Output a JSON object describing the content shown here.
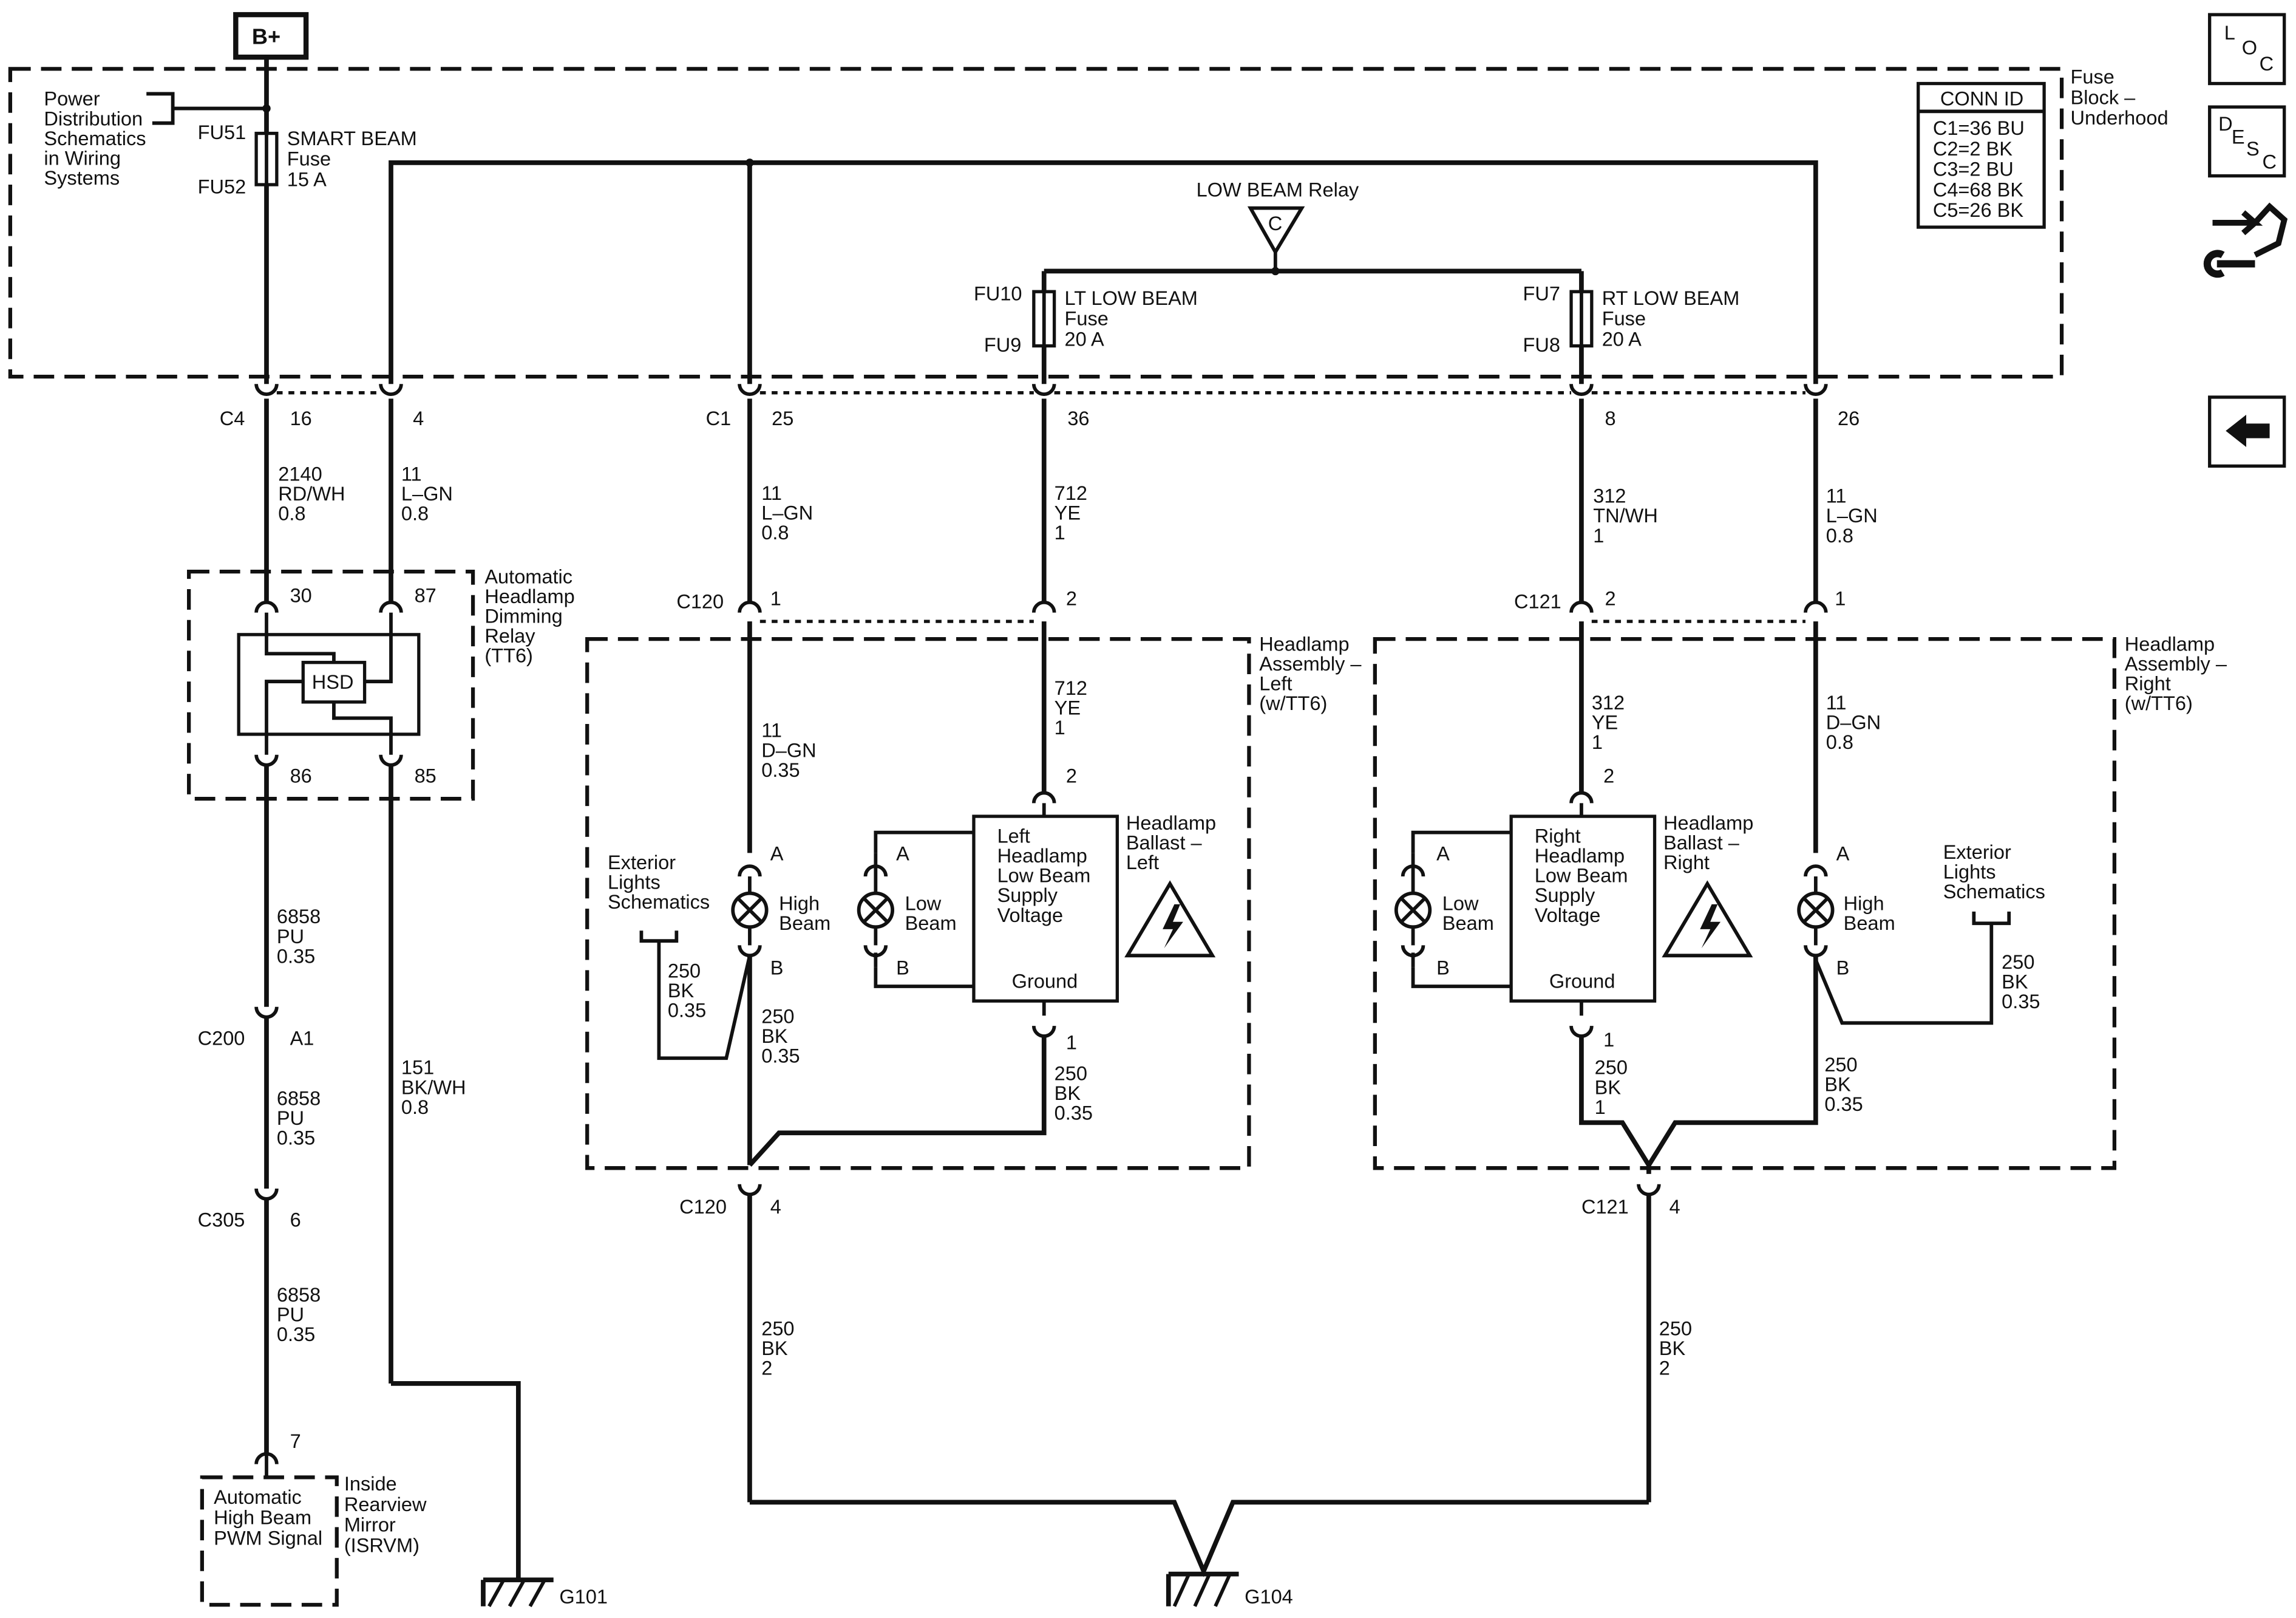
{
  "battery": "B+",
  "nav": {
    "loc": [
      "L",
      "O",
      "C"
    ],
    "desc": [
      "D",
      "E",
      "S",
      "C"
    ]
  },
  "fuse_block": {
    "title": [
      "Fuse",
      "Block –",
      "Underhood"
    ],
    "power_note": [
      "Power",
      "Distribution",
      "Schematics",
      "in Wiring",
      "Systems"
    ]
  },
  "conn_table": {
    "header": "CONN ID",
    "rows": [
      "C1=36 BU",
      "C2=2 BK",
      "C3=2 BU",
      "C4=68 BK",
      "C5=26 BK"
    ]
  },
  "fuses": {
    "smart_beam": {
      "top": "FU51",
      "bottom": "FU52",
      "label": [
        "SMART BEAM",
        "Fuse",
        "15 A"
      ]
    },
    "lt_low": {
      "top": "FU10",
      "bottom": "FU9",
      "label": [
        "LT LOW BEAM",
        "Fuse",
        "20 A"
      ]
    },
    "rt_low": {
      "top": "FU7",
      "bottom": "FU8",
      "label": [
        "RT LOW BEAM",
        "Fuse",
        "20 A"
      ]
    }
  },
  "relay": {
    "name": "LOW BEAM Relay",
    "symbol": "C"
  },
  "connectors": {
    "c4": "C4",
    "c4_pin_a": "16",
    "c4_pin_b": "4",
    "c1": "C1",
    "c1_pin_a": "25",
    "c1_pin_b": "36",
    "c1_pin_c": "8",
    "c1_pin_d": "26",
    "c120": "C120",
    "c121": "C121",
    "c200": "C200",
    "c305": "C305",
    "c120_pin1": "1",
    "c120_pin2": "2",
    "c121_pin2": "2",
    "c121_pin1": "1",
    "c120_pin4": "4",
    "c121_pin4": "4",
    "c200_pin": "A1",
    "c305_pin": "6",
    "mirror_pin": "7"
  },
  "wires": {
    "w2140": [
      "2140",
      "RD/WH",
      "0.8"
    ],
    "w11_left": [
      "11",
      "L–GN",
      "0.8"
    ],
    "w11_c1": [
      "11",
      "L–GN",
      "0.8"
    ],
    "w712": [
      "712",
      "YE",
      "1"
    ],
    "w312": [
      "312",
      "TN/WH",
      "1"
    ],
    "w11_right": [
      "11",
      "L–GN",
      "0.8"
    ],
    "w6858_a": [
      "6858",
      "PU",
      "0.35"
    ],
    "w6858_b": [
      "6858",
      "PU",
      "0.35"
    ],
    "w6858_c": [
      "6858",
      "PU",
      "0.35"
    ],
    "w151": [
      "151",
      "BK/WH",
      "0.8"
    ],
    "w11_dgn_l": [
      "11",
      "D–GN",
      "0.35"
    ],
    "w712_inner": [
      "712",
      "YE",
      "1"
    ],
    "w312_inner": [
      "312",
      "YE",
      "1"
    ],
    "w11_dgn_r": [
      "11",
      "D–GN",
      "0.8"
    ],
    "w250_l_sch": [
      "250",
      "BK",
      "0.35"
    ],
    "w250_l_hb": [
      "250",
      "BK",
      "0.35"
    ],
    "w250_l_bal": [
      "250",
      "BK",
      "0.35"
    ],
    "w250_r_bal": [
      "250",
      "BK",
      "1"
    ],
    "w250_r_hb": [
      "250",
      "BK",
      "0.35"
    ],
    "w250_r_sch": [
      "250",
      "BK",
      "0.35"
    ],
    "w250_gnd_l": [
      "250",
      "BK",
      "2"
    ],
    "w250_gnd_r": [
      "250",
      "BK",
      "2"
    ]
  },
  "dimming_relay": {
    "title": [
      "Automatic",
      "Headlamp",
      "Dimming",
      "Relay",
      "(TT6)"
    ],
    "module": "HSD",
    "pins": {
      "p30": "30",
      "p87": "87",
      "p86": "86",
      "p85": "85"
    }
  },
  "assembly_left": {
    "title": [
      "Headlamp",
      "Assembly –",
      "Left",
      "(w/TT6)"
    ]
  },
  "assembly_right": {
    "title": [
      "Headlamp",
      "Assembly –",
      "Right",
      "(w/TT6)"
    ]
  },
  "left": {
    "high_beam": [
      "High",
      "Beam"
    ],
    "low_beam": [
      "Low",
      "Beam"
    ],
    "ballast_box": [
      "Left",
      "Headlamp",
      "Low Beam",
      "Supply",
      "Voltage"
    ],
    "ground": "Ground",
    "ballast_title": [
      "Headlamp",
      "Ballast –",
      "Left"
    ],
    "ext_lights": [
      "Exterior",
      "Lights",
      "Schematics"
    ],
    "pin_a": "A",
    "pin_b": "B",
    "lb_a": "A",
    "lb_b": "B",
    "bal_pin2": "2",
    "bal_pin1": "1"
  },
  "right": {
    "high_beam": [
      "High",
      "Beam"
    ],
    "low_beam": [
      "Low",
      "Beam"
    ],
    "ballast_box": [
      "Right",
      "Headlamp",
      "Low Beam",
      "Supply",
      "Voltage"
    ],
    "ground": "Ground",
    "ballast_title": [
      "Headlamp",
      "Ballast –",
      "Right"
    ],
    "ext_lights": [
      "Exterior",
      "Lights",
      "Schematics"
    ],
    "pin_a": "A",
    "pin_b": "B",
    "lb_a": "A",
    "lb_b": "B",
    "bal_pin2": "2",
    "bal_pin1": "1"
  },
  "mirror": {
    "box": [
      "Automatic",
      "High Beam",
      "PWM Signal"
    ],
    "title": [
      "Inside",
      "Rearview",
      "Mirror",
      "(ISRVM)"
    ]
  },
  "grounds": {
    "g101": "G101",
    "g104": "G104"
  }
}
